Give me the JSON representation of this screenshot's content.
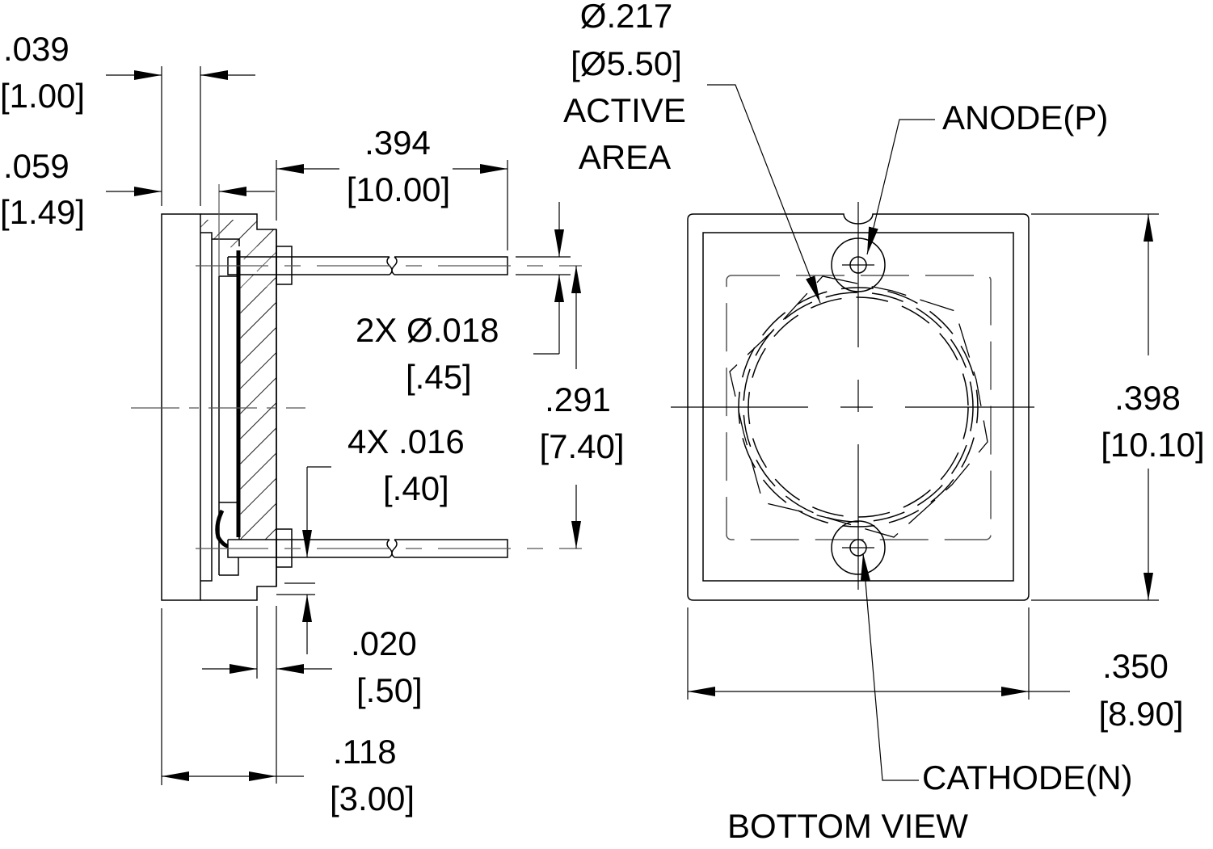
{
  "colors": {
    "background": "#ffffff",
    "ink": "#000000",
    "dim_line": "#555555"
  },
  "side_view": {
    "dim_top_1": {
      "inch": ".039",
      "mm": "[1.00]"
    },
    "dim_top_2": {
      "inch": ".059",
      "mm": "[1.49]"
    },
    "dim_lead_length": {
      "inch": ".394",
      "mm": "[10.00]"
    },
    "dim_lead_diameter": {
      "inch": "2X Ø.018",
      "mm": "[.45]"
    },
    "dim_lead_pitch": {
      "inch": ".291",
      "mm": "[7.40]"
    },
    "dim_standoff": {
      "inch": "4X .016",
      "mm": "[.40]"
    },
    "dim_flange": {
      "inch": ".020",
      "mm": "[.50]"
    },
    "dim_overall_thickness": {
      "inch": ".118",
      "mm": "[3.00]"
    }
  },
  "bottom_view": {
    "title": "BOTTOM VIEW",
    "active_area": {
      "inch": "Ø.217",
      "mm": "[Ø5.50]",
      "line1": "ACTIVE",
      "line2": "AREA"
    },
    "anode_label": "ANODE(P)",
    "cathode_label": "CATHODE(N)",
    "dim_height": {
      "inch": ".398",
      "mm": "[10.10]"
    },
    "dim_width": {
      "inch": ".350",
      "mm": "[8.90]"
    }
  }
}
